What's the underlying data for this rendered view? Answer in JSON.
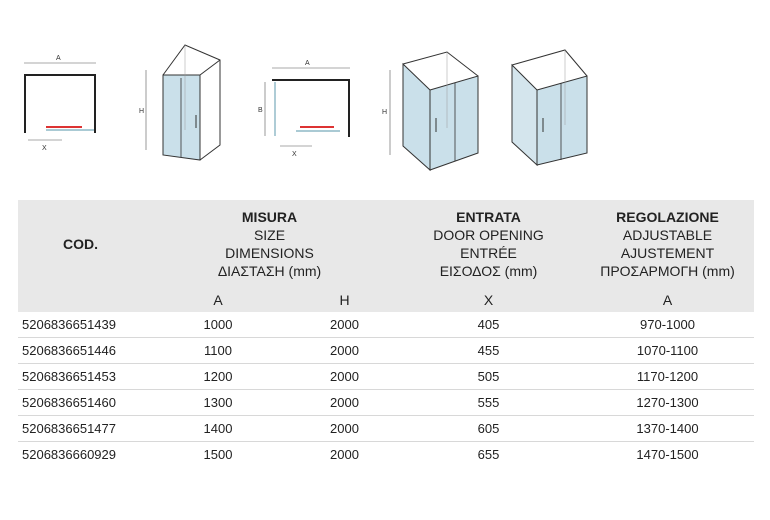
{
  "diagram_labels": {
    "a": "A",
    "x": "X",
    "h": "H",
    "b": "B"
  },
  "table": {
    "header": {
      "cod": "COD.",
      "misura": [
        "MISURA",
        "SIZE",
        "DIMENSIONS",
        "ΔΙΑΣΤΑΣΗ (mm)"
      ],
      "entrata": [
        "ENTRATA",
        "DOOR OPENING",
        "ENTRÉE",
        "ΕΙΣΟΔΟΣ (mm)"
      ],
      "regolazione": [
        "REGOLAZIONE",
        "ADJUSTABLE",
        "AJUSTEMENT",
        "ΠΡΟΣΑΡΜΟΓΗ (mm)"
      ]
    },
    "subheader": {
      "a": "A",
      "h": "H",
      "x": "X",
      "adj": "A"
    },
    "rows": [
      {
        "code": "5206836651439",
        "a": "1000",
        "h": "2000",
        "x": "405",
        "adj": "970-1000"
      },
      {
        "code": "5206836651446",
        "a": "1100",
        "h": "2000",
        "x": "455",
        "adj": "1070-1100"
      },
      {
        "code": "5206836651453",
        "a": "1200",
        "h": "2000",
        "x": "505",
        "adj": "1170-1200"
      },
      {
        "code": "5206836651460",
        "a": "1300",
        "h": "2000",
        "x": "555",
        "adj": "1270-1300"
      },
      {
        "code": "5206836651477",
        "a": "1400",
        "h": "2000",
        "x": "605",
        "adj": "1370-1400"
      },
      {
        "code": "5206836660929",
        "a": "1500",
        "h": "2000",
        "x": "655",
        "adj": "1470-1500"
      }
    ]
  }
}
